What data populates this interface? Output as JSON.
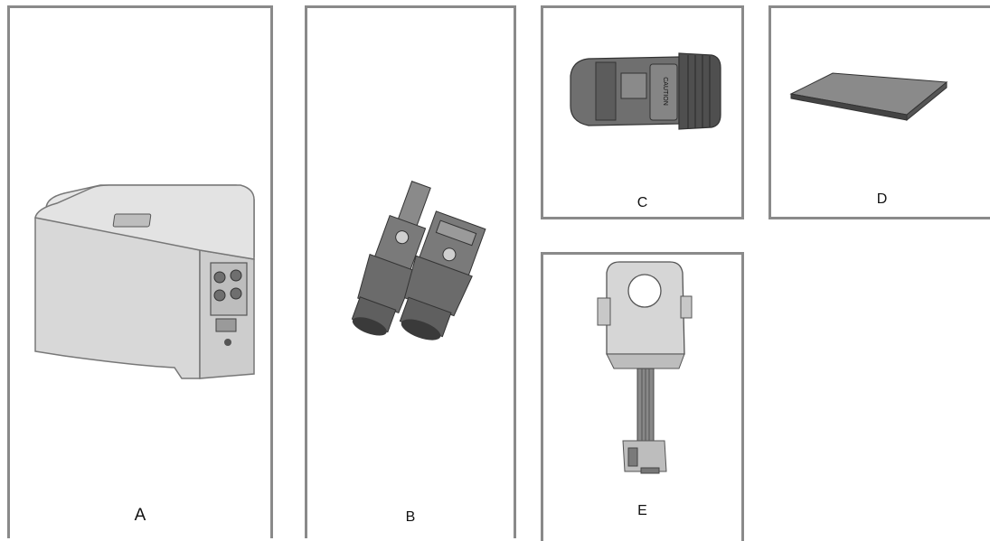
{
  "panels": {
    "a": {
      "label": "A"
    },
    "b": {
      "label": "B"
    },
    "c": {
      "label": "C",
      "caution_text": "CAUTION"
    },
    "d": {
      "label": "D"
    },
    "e": {
      "label": "E"
    }
  },
  "colors": {
    "border": "#8a8a8a",
    "device_body": "#d9d9d9",
    "device_top": "#e4e4e4",
    "connector": "#6f6f6f",
    "dark": "#3a3a3a"
  }
}
